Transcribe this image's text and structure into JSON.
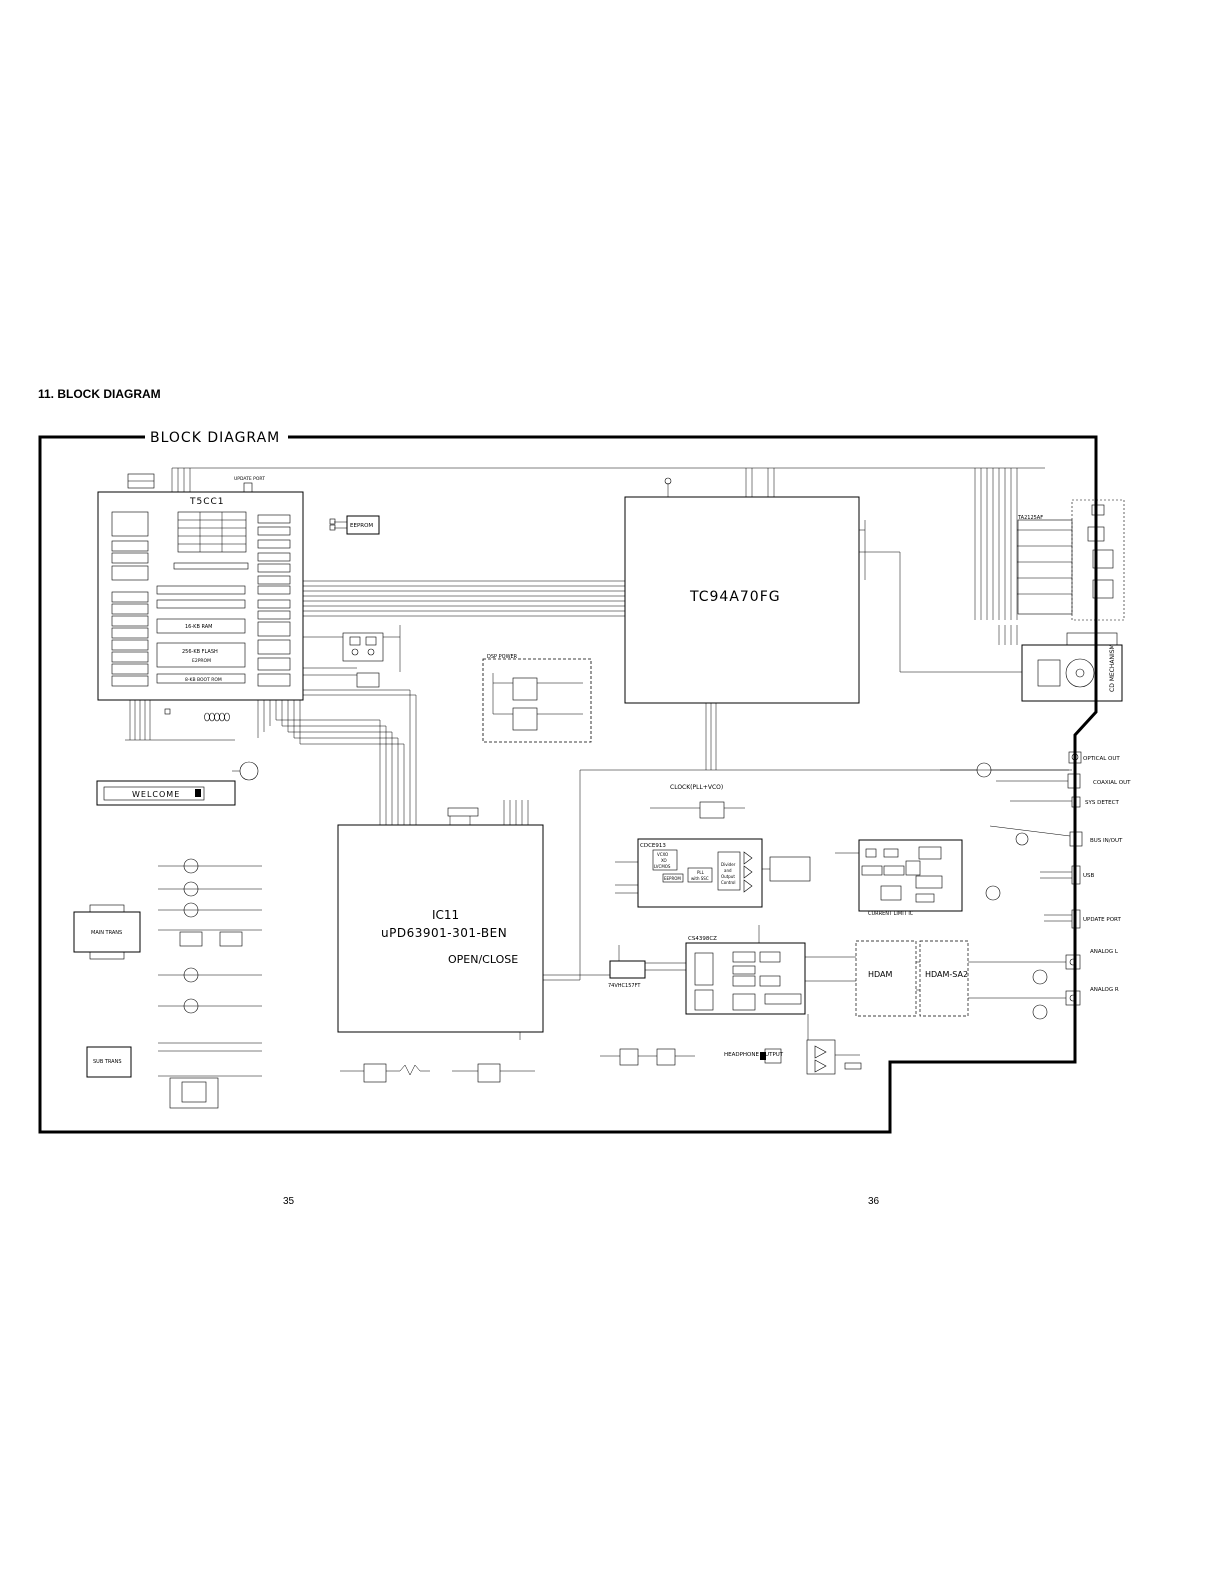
{
  "section_title": "11. BLOCK DIAGRAM",
  "frame_title": "BLOCK DIAGRAM",
  "blocks": {
    "t5cc1": "T5CC1",
    "tc94a70fg": "TC94A70FG",
    "ic11": "IC11",
    "upd": "uPD63901-301-BEN",
    "open_close": "OPEN/CLOSE",
    "eeprom": "EEPROM",
    "dsp_power": "DSP POWER",
    "welcome": "WELCOME",
    "main_trans": "MAIN TRANS",
    "sub_trans": "SUB TRANS",
    "ta2125af": "TA2125AF",
    "cd_mechanism": "CD MECHANISM",
    "clock": "CLOCK(PLL+VCO)",
    "cdce913": "CDCE913",
    "current_limit": "CURRENT LIMIT IC",
    "cs4398": "CS4398CZ",
    "hc157": "74VHC157FT",
    "hdam": "HDAM",
    "hdam_sa2": "HDAM-SA2",
    "headphone": "HEADPHONE OUTPUT",
    "update_port_top": "UPDATE PORT"
  },
  "t5cc1_internal": {
    "ram": "16-KB RAM",
    "flash": "256-KB FLASH",
    "flash_sub": "E2PROM",
    "bootrom": "8-KB BOOT ROM"
  },
  "cdce913_internal": {
    "vcxo": "VCXO",
    "xo": "XO",
    "lvcmos": "LVCMOS",
    "eeprom": "EEPROM",
    "pll": "PLL",
    "pll_sub": "with SSC",
    "divider": "Divider",
    "divider_2": "and",
    "divider_3": "Output",
    "divider_4": "Control"
  },
  "connectors": {
    "optical_out": "OPTICAL OUT",
    "coaxial_out": "COAXIAL OUT",
    "sys_detect": "SYS DETECT",
    "bus_inout": "BUS IN/OUT",
    "usb": "USB",
    "update_port": "UPDATE PORT",
    "analog_l": "ANALOG L",
    "analog_r": "ANALOG R"
  },
  "page_numbers": {
    "left": "35",
    "right": "36"
  }
}
